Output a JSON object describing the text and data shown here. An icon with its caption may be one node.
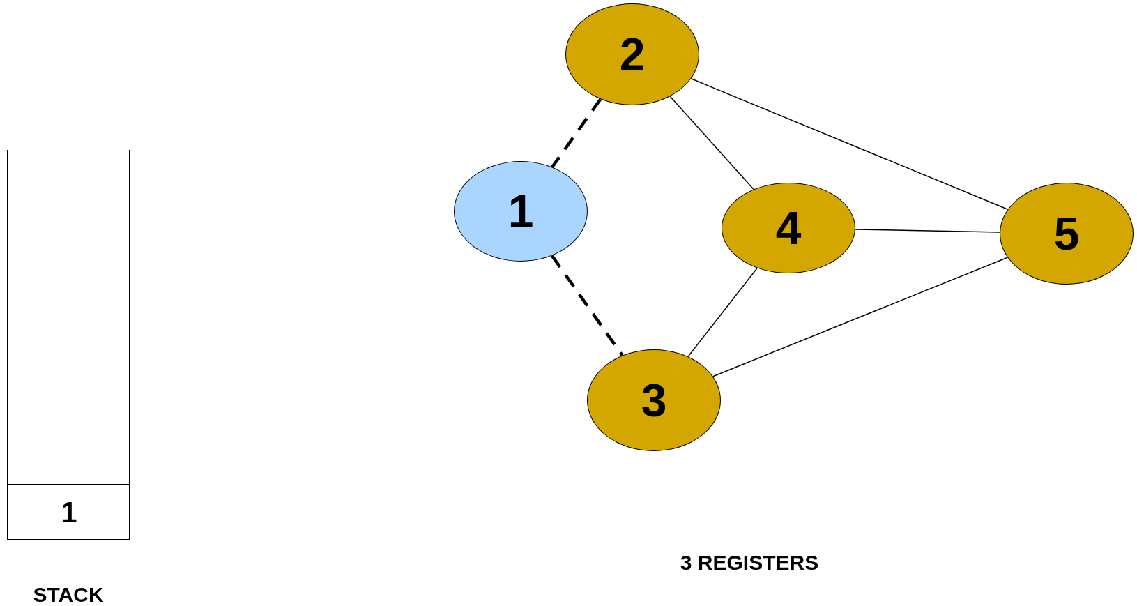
{
  "diagram": {
    "nodes": [
      {
        "text": [],
        "shape": "box",
        "beside": [
          "STACK"
        ]
      },
      {
        "text": [
          "1"
        ],
        "in": 0
      },
      {
        "text": [
          "2"
        ]
      },
      {
        "text": [
          "1"
        ]
      },
      {
        "text": [
          "4"
        ]
      },
      {
        "text": [
          "5"
        ]
      },
      {
        "text": [
          "3"
        ]
      }
    ],
    "edges": [
      {
        "from": 2,
        "to": 3,
        "arrow": "none",
        "style": "dashed"
      },
      {
        "from": 3,
        "to": 6,
        "arrow": "none",
        "style": "dashed"
      },
      {
        "from": 2,
        "to": 4,
        "arrow": "none"
      },
      {
        "from": 2,
        "to": 5,
        "arrow": "none"
      },
      {
        "from": 4,
        "to": 5,
        "arrow": "none"
      },
      {
        "from": 4,
        "to": 6,
        "arrow": "none"
      },
      {
        "from": 6,
        "to": 5,
        "arrow": "none"
      }
    ],
    "labels": [
      "3 REGISTERS"
    ]
  }
}
